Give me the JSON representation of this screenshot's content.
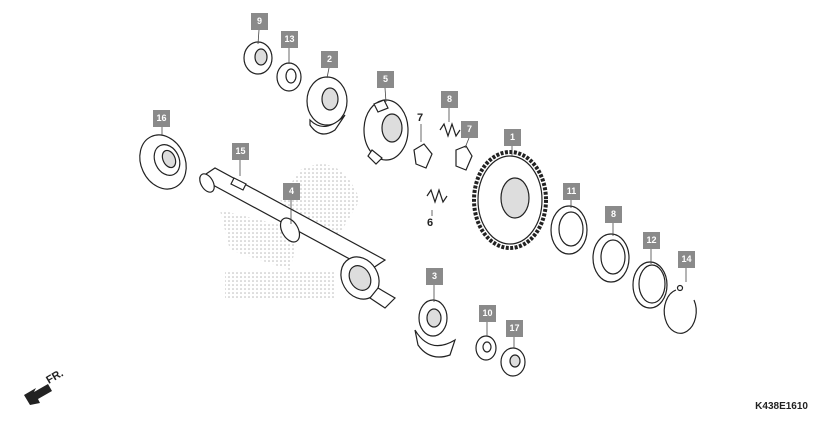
{
  "diagram": {
    "code": "K438E1610",
    "direction_label": "FR.",
    "callouts": [
      {
        "id": "c9",
        "text": "9",
        "boxed": true
      },
      {
        "id": "c13",
        "text": "13",
        "boxed": true
      },
      {
        "id": "c2",
        "text": "2",
        "boxed": true
      },
      {
        "id": "c5",
        "text": "5",
        "boxed": true
      },
      {
        "id": "c8",
        "text": "8",
        "boxed": true
      },
      {
        "id": "c7a",
        "text": "7",
        "boxed": false
      },
      {
        "id": "c7b",
        "text": "7",
        "boxed": true
      },
      {
        "id": "c1",
        "text": "1",
        "boxed": true
      },
      {
        "id": "c16",
        "text": "16",
        "boxed": true
      },
      {
        "id": "c15",
        "text": "15",
        "boxed": true
      },
      {
        "id": "c4",
        "text": "4",
        "boxed": true
      },
      {
        "id": "c6",
        "text": "6",
        "boxed": false
      },
      {
        "id": "c11",
        "text": "11",
        "boxed": true
      },
      {
        "id": "c8b",
        "text": "8",
        "boxed": true
      },
      {
        "id": "c12",
        "text": "12",
        "boxed": true
      },
      {
        "id": "c14",
        "text": "14",
        "boxed": true
      },
      {
        "id": "c3",
        "text": "3",
        "boxed": true
      },
      {
        "id": "c10",
        "text": "10",
        "boxed": true
      },
      {
        "id": "c17",
        "text": "17",
        "boxed": true
      }
    ],
    "colors": {
      "line": "#222222",
      "callout_bg": "#8a8a8a",
      "watermark": "#b0b0b0"
    }
  }
}
